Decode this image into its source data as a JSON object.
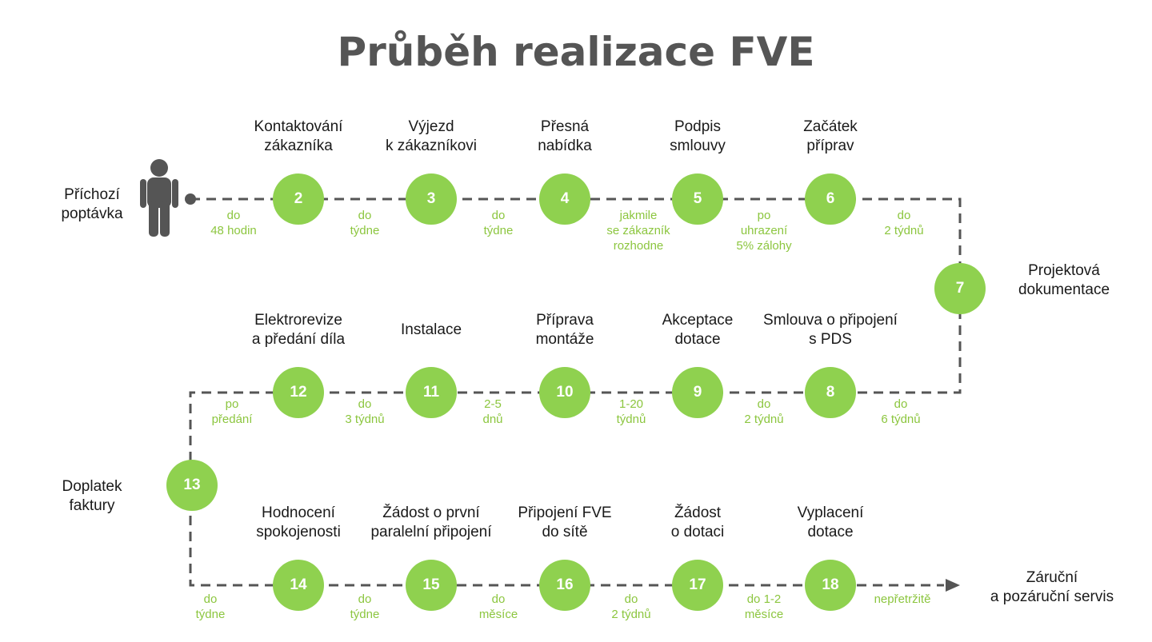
{
  "title": "Průběh realizace FVE",
  "colors": {
    "accent": "#8fd14f",
    "duration_text": "#8cc63f",
    "connector": "#555555",
    "title": "#555555"
  },
  "icons": {
    "start": "person-icon",
    "end": "arrow-right-icon"
  },
  "start_label": [
    "Příchozí",
    "poptávka"
  ],
  "end_label": [
    "Záruční",
    "a pozáruční servis"
  ],
  "side_labels": {
    "step_7": [
      "Projektová",
      "dokumentace"
    ],
    "step_13": [
      "Doplatek",
      "faktury"
    ]
  },
  "steps": [
    {
      "number": "2",
      "label": [
        "Kontaktování",
        "zákazníka"
      ]
    },
    {
      "number": "3",
      "label": [
        "Výjezd",
        "k zákazníkovi"
      ]
    },
    {
      "number": "4",
      "label": [
        "Přesná",
        "nabídka"
      ]
    },
    {
      "number": "5",
      "label": [
        "Podpis",
        "smlouvy"
      ]
    },
    {
      "number": "6",
      "label": [
        "Začátek",
        "příprav"
      ]
    },
    {
      "number": "7",
      "label": []
    },
    {
      "number": "8",
      "label": [
        "Smlouva o připojení",
        "s PDS"
      ]
    },
    {
      "number": "9",
      "label": [
        "Akceptace",
        "dotace"
      ]
    },
    {
      "number": "10",
      "label": [
        "Příprava",
        "montáže"
      ]
    },
    {
      "number": "11",
      "label": [
        "Instalace"
      ]
    },
    {
      "number": "12",
      "label": [
        "Elektrorevize",
        "a předání díla"
      ]
    },
    {
      "number": "13",
      "label": []
    },
    {
      "number": "14",
      "label": [
        "Hodnocení",
        "spokojenosti"
      ]
    },
    {
      "number": "15",
      "label": [
        "Žádost o první",
        "paralelní připojení"
      ]
    },
    {
      "number": "16",
      "label": [
        "Připojení FVE",
        "do sítě"
      ]
    },
    {
      "number": "17",
      "label": [
        "Žádost",
        "o dotaci"
      ]
    },
    {
      "number": "18",
      "label": [
        "Vyplacení",
        "dotace"
      ]
    }
  ],
  "durations": [
    [
      "do",
      "48 hodin"
    ],
    [
      "do",
      "týdne"
    ],
    [
      "do",
      "týdne"
    ],
    [
      "jakmile",
      "se zákazník",
      "rozhodne"
    ],
    [
      "po",
      "uhrazení",
      "5% zálohy"
    ],
    [
      "do",
      "2 týdnů"
    ],
    [
      "do",
      "6 týdnů"
    ],
    [
      "do",
      "2 týdnů"
    ],
    [
      "1-20",
      "týdnů"
    ],
    [
      "2-5",
      "dnů"
    ],
    [
      "do",
      "3 týdnů"
    ],
    [
      "po",
      "předání"
    ],
    [
      "do",
      "týdne"
    ],
    [
      "do",
      "týdne"
    ],
    [
      "do",
      "měsíce"
    ],
    [
      "do",
      "2 týdnů"
    ],
    [
      "do 1-2",
      "měsíce"
    ],
    [
      "nepřetržitě"
    ]
  ]
}
